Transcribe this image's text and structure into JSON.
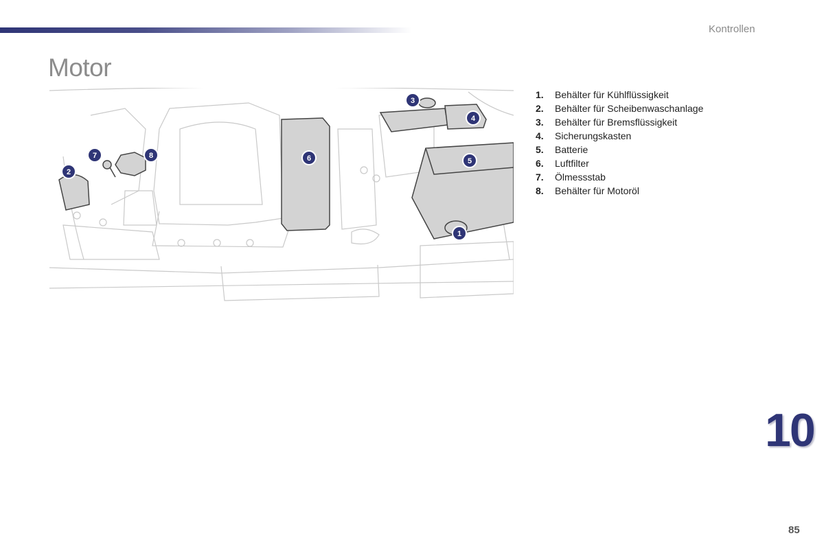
{
  "header": {
    "section": "Kontrollen",
    "accent_color": "#2f3576"
  },
  "page": {
    "title": "Motor",
    "chapter": "10",
    "number": "85"
  },
  "diagram": {
    "markers": [
      "1",
      "2",
      "3",
      "4",
      "5",
      "6",
      "7",
      "8"
    ]
  },
  "legend": [
    {
      "num": "1.",
      "text": "Behälter für Kühlflüssigkeit"
    },
    {
      "num": "2.",
      "text": "Behälter für Scheibenwaschanlage"
    },
    {
      "num": "3.",
      "text": "Behälter für Bremsflüssigkeit"
    },
    {
      "num": "4.",
      "text": "Sicherungskasten"
    },
    {
      "num": "5.",
      "text": "Batterie"
    },
    {
      "num": "6.",
      "text": "Luftfilter"
    },
    {
      "num": "7.",
      "text": "Ölmessstab"
    },
    {
      "num": "8.",
      "text": "Behälter für Motoröl"
    }
  ]
}
